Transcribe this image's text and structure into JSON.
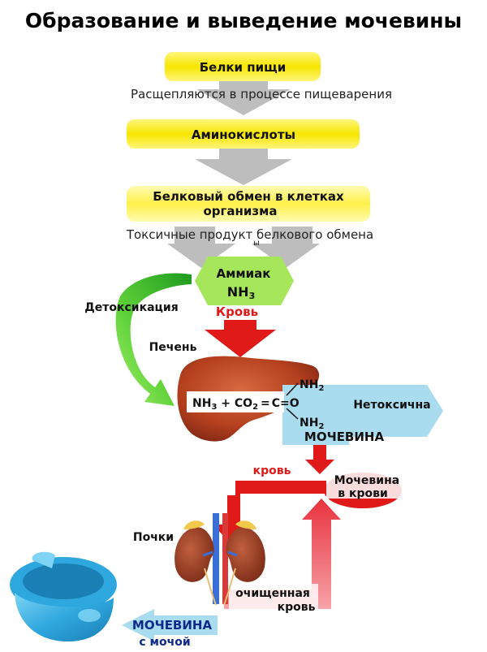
{
  "title": "Образование и выведение мочевины",
  "steps": {
    "food_proteins": "Белки пищи",
    "digestion_note": "Расщепляются в процессе пищеварения",
    "amino_acids": "Аминокислоты",
    "protein_metabolism_line1": "Белковый обмен в клетках",
    "protein_metabolism_line2": "организма",
    "toxic_products_note": "Токсичные продукт белкового обмена",
    "toxic_products_suffix": "ы",
    "ammonia": "Аммиак",
    "ammonia_formula_base": "NH",
    "ammonia_formula_sub": "3"
  },
  "labels": {
    "detox": "Детоксикация",
    "blood_red": "Кровь",
    "liver": "Печень",
    "non_toxic": "Нетоксична",
    "urea": "МОЧЕВИНА",
    "blood_lower": "кровь",
    "urea_blood_line1": "Мочевина",
    "urea_blood_line2": "в крови",
    "kidneys": "Почки",
    "cleaned_line1": "очищенная",
    "cleaned_line2": "кровь",
    "urea_out": "МОЧЕВИНА",
    "with_urine": "с мочой"
  },
  "reaction": {
    "nh": "NH",
    "sub3": "3",
    "plus_co": " + CO",
    "sub2": "2",
    "eq": "=",
    "carbon": "C=O",
    "nh2_top": "NH",
    "nh2_top_sub": "2",
    "nh2_bottom": "NH",
    "nh2_bottom_sub": "2"
  },
  "colors": {
    "yellow_box": "#f7e600",
    "yellow_box_light": "#fff04a",
    "gray_arrow": "#bdbdbd",
    "hex_green": "#a6e65a",
    "red_arrow": "#e01919",
    "blue_box": "#a9dcef",
    "liver": "#b5401f",
    "pink_arrow": "#f0535d",
    "potty_blue": "#3db3e6"
  }
}
